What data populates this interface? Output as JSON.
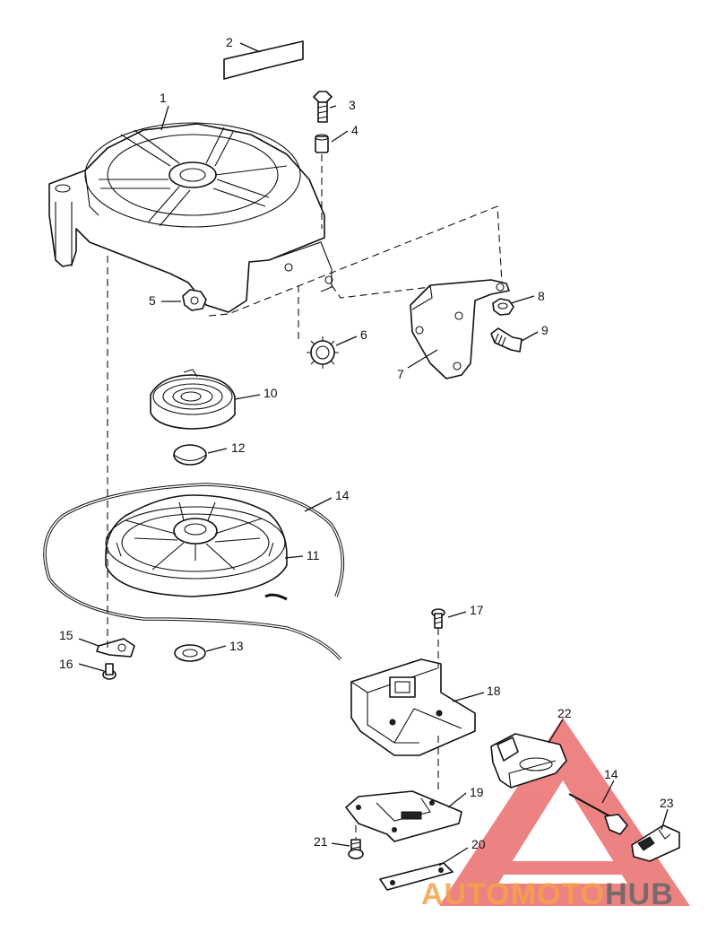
{
  "diagram": {
    "callouts": [
      "1",
      "2",
      "3",
      "4",
      "5",
      "6",
      "7",
      "8",
      "9",
      "10",
      "11",
      "12",
      "13",
      "14",
      "14",
      "15",
      "16",
      "17",
      "18",
      "19",
      "20",
      "21",
      "22",
      "23"
    ]
  },
  "watermark": {
    "word_a": "AUTO",
    "word_b": "MOTO",
    "word_c": "HUB",
    "color_a": "#f6a24a",
    "color_b": "#f6a24a",
    "color_c": "#666666",
    "triangle_color": "#e8595a"
  }
}
